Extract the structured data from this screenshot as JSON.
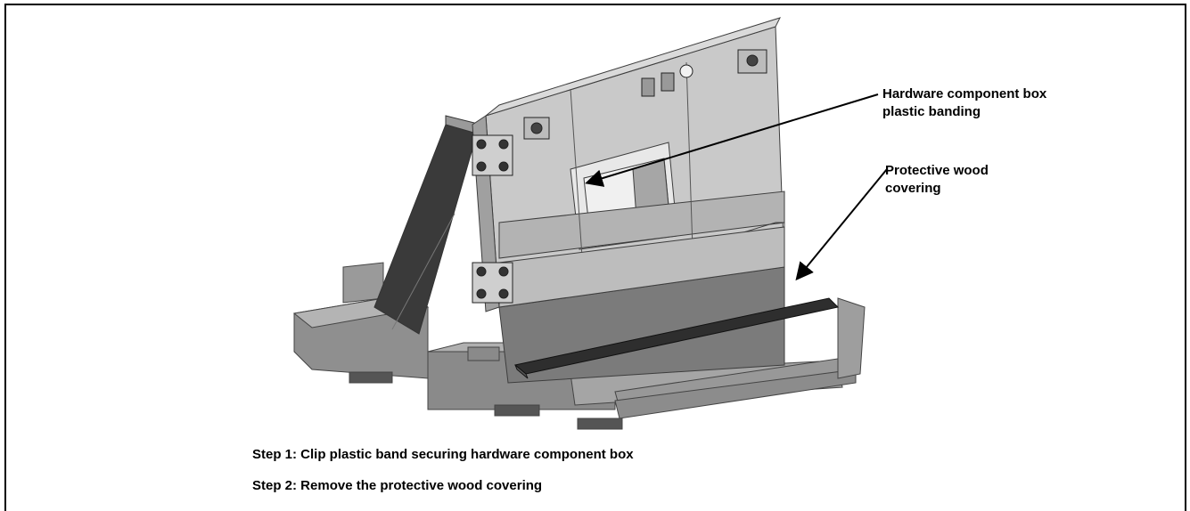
{
  "callouts": {
    "hardware": "Hardware component box\nplastic banding",
    "wood": "Protective wood\ncovering"
  },
  "steps": [
    "Step 1: Clip plastic band securing hardware component box",
    "Step 2: Remove the protective wood covering"
  ]
}
